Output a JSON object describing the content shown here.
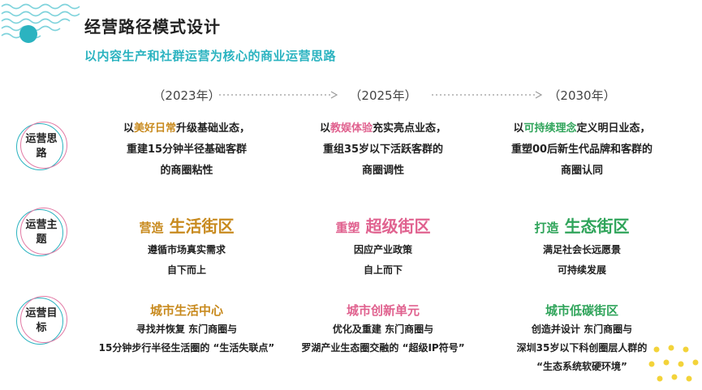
{
  "header": {
    "title": "经营路径模式设计",
    "subtitle": "以内容生产和社群运营为核心的商业运营思路"
  },
  "years": [
    "（2023年）",
    "（2025年）",
    "（2030年）"
  ],
  "rows": {
    "strategy_label": "运营思路",
    "theme_label": "运营主题",
    "goal_label": "运营目标"
  },
  "strategy": [
    {
      "pre": "以",
      "highlight": "美好日常",
      "post": "升级基础业态，",
      "line2": "重建15分钟半径基础客群",
      "line3": "的商圈粘性"
    },
    {
      "pre": "以",
      "highlight": "教娱体验",
      "post": "充实亮点业态，",
      "line2": "重组35岁以下活跃客群的",
      "line3": "商圈调性"
    },
    {
      "pre": "以",
      "highlight": "可持续理念",
      "post": "定义明日业态，",
      "line2": "重塑00后新生代品牌和客群的",
      "line3": "商圈认同"
    }
  ],
  "themes": [
    {
      "verb": "营造",
      "name": "生活街区",
      "line1": "遵循市场真实需求",
      "line2": "自下而上"
    },
    {
      "verb": "重塑",
      "name": "超级街区",
      "line1": "因应产业政策",
      "line2": "自上而下"
    },
    {
      "verb": "打造",
      "name": "生态街区",
      "line1": "满足社会长远愿景",
      "line2": "可持续发展"
    }
  ],
  "goals": [
    {
      "name": "城市生活中心",
      "line1": "寻找并恢复 东门商圈与",
      "line2": "15分钟步行半径生活圈的 “生活失联点”",
      "line3": ""
    },
    {
      "name": "城市创新单元",
      "line1": "优化及重建 东门商圈与",
      "line2": "罗湖产业生态圈交融的 “超级IP符号”",
      "line3": ""
    },
    {
      "name": "城市低碳街区",
      "line1": "创造并设计 东门商圈与",
      "line2": "深圳35岁以下科创圈层人群的",
      "line3": "“生态系统软硬环境”"
    }
  ],
  "colors": {
    "teal": "#2bb3c0",
    "pink": "#e0628f",
    "orange": "#c88a1e",
    "green": "#2fa45a",
    "dot_yellow": "#f3d33a"
  }
}
